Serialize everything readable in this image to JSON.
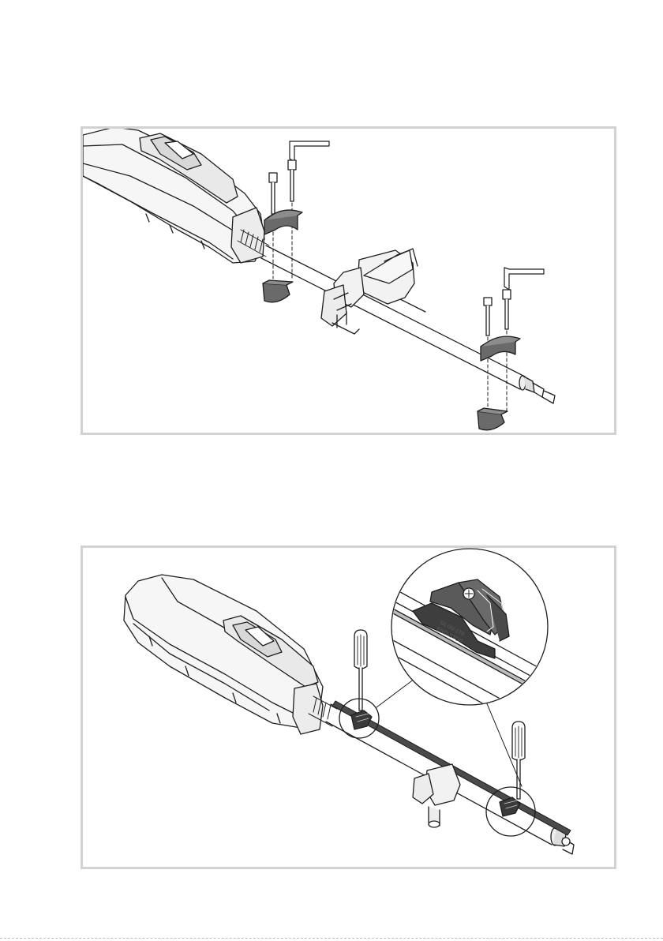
{
  "figures": [
    {
      "id": "bracket-mounting",
      "kind": "exploded-assembly-illustration"
    },
    {
      "id": "limit-switch-mounting",
      "kind": "assembly-illustration-with-zoom-detail"
    }
  ],
  "detail_callout": {
    "label_lines": [
      "GLOV-1T6",
      "END-STOP"
    ]
  },
  "colors": {
    "frame": "#d2d2d2",
    "line": "#1e1e1e",
    "part_dark": "#5c5c5c",
    "part_mid": "#8a8a8a",
    "body_fill": "#f4f4f4"
  }
}
